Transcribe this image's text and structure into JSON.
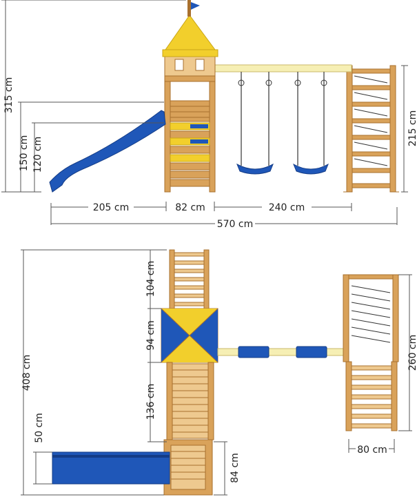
{
  "colors": {
    "wood": "#d9a25a",
    "wood_dark": "#a8702e",
    "wood_light": "#eec98f",
    "roof_yellow": "#f2cf2c",
    "roof_yellow_dark": "#c9a516",
    "blue": "#1f57b8",
    "blue_dark": "#143c86",
    "beam": "#f6efb4",
    "rope": "#333333",
    "dimension": "#555555"
  },
  "front_view": {
    "total_height": "315 cm",
    "platform_rail_height": "150 cm",
    "platform_height": "120 cm",
    "slide_length": "205 cm",
    "tower_width": "82 cm",
    "swing_width": "240 cm",
    "total_width": "570 cm",
    "climber_height": "215 cm"
  },
  "top_view": {
    "total_depth": "408 cm",
    "ladder_depth": "104 cm",
    "tower_depth": "94 cm",
    "ramp_depth": "136 cm",
    "slide_width": "50 cm",
    "sandbox_depth": "84 cm",
    "climber_depth": "260 cm",
    "climber_width": "80 cm"
  }
}
